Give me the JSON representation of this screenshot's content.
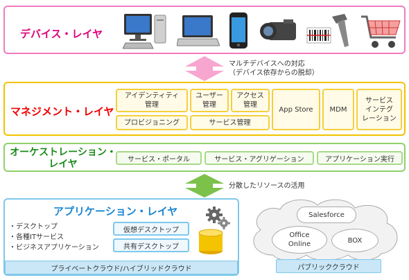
{
  "device_layer": {
    "title": "デバイス・レイヤ",
    "icons": [
      "desktop-pc-icon",
      "laptop-icon",
      "smartphone-icon",
      "video-camera-icon",
      "barcode-scanner-icon",
      "shopping-cart-icon"
    ]
  },
  "arrow1": {
    "line1": "マルチデバイスへの対応",
    "line2": "（デバイス依存からの脱却）"
  },
  "management_layer": {
    "title": "マネジメント・レイヤ",
    "identity_line1": "アイデンティティ",
    "identity_line2": "管理",
    "user_line1": "ユーザー",
    "user_line2": "管理",
    "access_line1": "アクセス",
    "access_line2": "管理",
    "provisioning": "プロビジョニング",
    "service_mgmt": "サービス管理",
    "app_store": "App Store",
    "mdm": "MDM",
    "integration_line1": "サービス",
    "integration_line2": "インテグ",
    "integration_line3": "レーション"
  },
  "orchestration_layer": {
    "title_line1": "オーケストレーション・",
    "title_line2": "レイヤ",
    "portal": "サービス・ポータル",
    "aggregation": "サービス・アグリゲーション",
    "app_exec": "アプリケーション実行"
  },
  "arrow2": {
    "label": "分散したリソースの活用"
  },
  "application_layer": {
    "title": "アプリケーション・レイヤ",
    "items": [
      "・デスクトップ",
      "・各種ITサービス",
      "・ビジネスアプリケーション"
    ],
    "virtual_desktop": "仮想デスクトップ",
    "shared_desktop": "共有デスクトップ",
    "footer": "プライベートクラウド/ハイブリッドクラウド"
  },
  "public_cloud": {
    "salesforce": "Salesforce",
    "office_line1": "Office",
    "office_line2": "Online",
    "box": "BOX",
    "footer": "パブリッククラウド"
  },
  "colors": {
    "device": "#e0007a",
    "management": "#f00000",
    "orchestration": "#1a8a1a",
    "application": "#1a86d0"
  }
}
